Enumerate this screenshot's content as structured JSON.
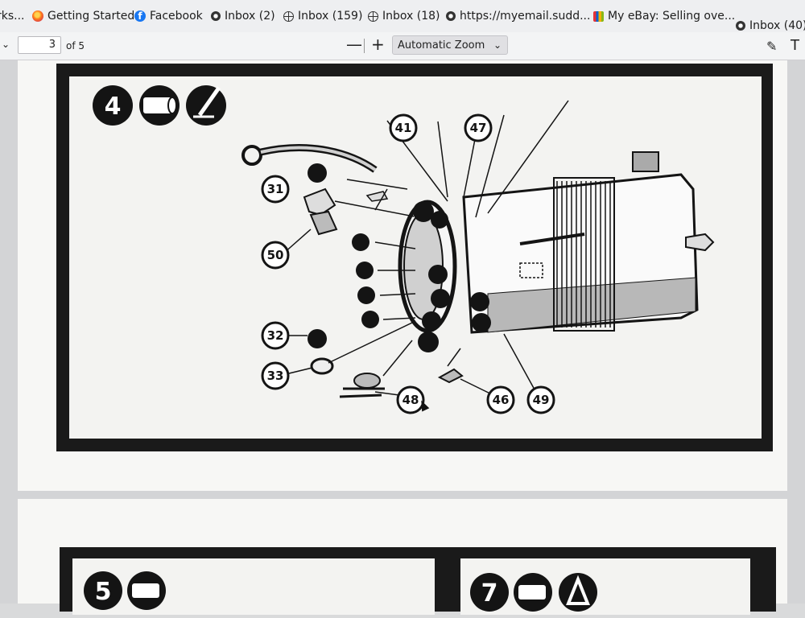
{
  "bookmarks": [
    {
      "label": "rks...",
      "icon": "none"
    },
    {
      "label": "Getting Started",
      "icon": "firefox-icon"
    },
    {
      "label": "Facebook",
      "icon": "facebook-icon"
    },
    {
      "label": "Inbox (2)",
      "icon": "mail-icon"
    },
    {
      "label": "Inbox (159)",
      "icon": "globe-icon"
    },
    {
      "label": "Inbox (18)",
      "icon": "globe-icon"
    },
    {
      "label": "https://myemail.sudd...",
      "icon": "mail-icon"
    },
    {
      "label": "My eBay: Selling ove...",
      "icon": "ebay-icon"
    },
    {
      "label": "Inbox (40)",
      "icon": "mail-icon"
    }
  ],
  "toolbar": {
    "page_number": "3",
    "page_of": "of 5",
    "zoom_out": "—",
    "zoom_in": "+",
    "zoom_value": "Automatic Zoom",
    "draw_icon": "✎",
    "text_icon": "T"
  },
  "document": {
    "step_main": "4",
    "step_next_left": "5",
    "step_next_right": "7",
    "part_labels": [
      "41",
      "47",
      "31",
      "50",
      "32",
      "33",
      "48",
      "46",
      "49"
    ]
  },
  "colors": {
    "ink": "#141414",
    "paper": "#f3f3f1",
    "toolbar_bg": "#f3f4f5",
    "bookmarks_bg": "#eeeff1"
  }
}
